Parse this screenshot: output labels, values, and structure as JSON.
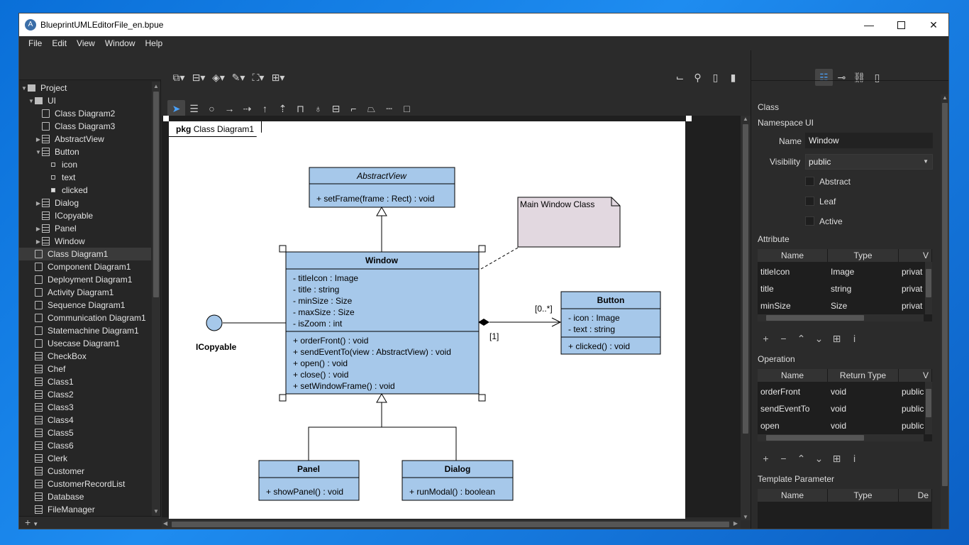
{
  "window": {
    "title": "BlueprintUMLEditorFile_en.bpue",
    "app_icon": "A"
  },
  "menu": [
    "File",
    "Edit",
    "View",
    "Window",
    "Help"
  ],
  "tree": [
    {
      "label": "Project",
      "icon": "folder",
      "depth": 0,
      "arrow": "down"
    },
    {
      "label": "UI",
      "icon": "folder",
      "depth": 1,
      "arrow": "down"
    },
    {
      "label": "Class Diagram2",
      "icon": "doc",
      "depth": 2,
      "arrow": ""
    },
    {
      "label": "Class Diagram3",
      "icon": "doc",
      "depth": 2,
      "arrow": ""
    },
    {
      "label": "AbstractView",
      "icon": "class",
      "depth": 2,
      "arrow": "right"
    },
    {
      "label": "Button",
      "icon": "class",
      "depth": 2,
      "arrow": "down"
    },
    {
      "label": "icon",
      "icon": "attr",
      "depth": 3,
      "arrow": ""
    },
    {
      "label": "text",
      "icon": "attr",
      "depth": 3,
      "arrow": ""
    },
    {
      "label": "clicked",
      "icon": "op",
      "depth": 3,
      "arrow": ""
    },
    {
      "label": "Dialog",
      "icon": "class",
      "depth": 2,
      "arrow": "right"
    },
    {
      "label": "ICopyable",
      "icon": "class",
      "depth": 2,
      "arrow": ""
    },
    {
      "label": "Panel",
      "icon": "class",
      "depth": 2,
      "arrow": "right"
    },
    {
      "label": "Window",
      "icon": "class",
      "depth": 2,
      "arrow": "right"
    },
    {
      "label": "Class Diagram1",
      "icon": "doc",
      "depth": 1,
      "arrow": "",
      "selected": true
    },
    {
      "label": "Component Diagram1",
      "icon": "doc",
      "depth": 1,
      "arrow": ""
    },
    {
      "label": "Deployment Diagram1",
      "icon": "doc",
      "depth": 1,
      "arrow": ""
    },
    {
      "label": "Activity Diagram1",
      "icon": "doc",
      "depth": 1,
      "arrow": ""
    },
    {
      "label": "Sequence Diagram1",
      "icon": "doc",
      "depth": 1,
      "arrow": ""
    },
    {
      "label": "Communication Diagram1",
      "icon": "doc",
      "depth": 1,
      "arrow": ""
    },
    {
      "label": "Statemachine Diagram1",
      "icon": "doc",
      "depth": 1,
      "arrow": ""
    },
    {
      "label": "Usecase Diagram1",
      "icon": "doc",
      "depth": 1,
      "arrow": ""
    },
    {
      "label": "CheckBox",
      "icon": "class",
      "depth": 1,
      "arrow": ""
    },
    {
      "label": "Chef",
      "icon": "class",
      "depth": 1,
      "arrow": ""
    },
    {
      "label": "Class1",
      "icon": "class",
      "depth": 1,
      "arrow": ""
    },
    {
      "label": "Class2",
      "icon": "class",
      "depth": 1,
      "arrow": ""
    },
    {
      "label": "Class3",
      "icon": "class",
      "depth": 1,
      "arrow": ""
    },
    {
      "label": "Class4",
      "icon": "class",
      "depth": 1,
      "arrow": ""
    },
    {
      "label": "Class5",
      "icon": "class",
      "depth": 1,
      "arrow": ""
    },
    {
      "label": "Class6",
      "icon": "class",
      "depth": 1,
      "arrow": ""
    },
    {
      "label": "Clerk",
      "icon": "class",
      "depth": 1,
      "arrow": ""
    },
    {
      "label": "Customer",
      "icon": "class",
      "depth": 1,
      "arrow": ""
    },
    {
      "label": "CustomerRecordList",
      "icon": "class",
      "depth": 1,
      "arrow": ""
    },
    {
      "label": "Database",
      "icon": "class",
      "depth": 1,
      "arrow": ""
    },
    {
      "label": "FileManager",
      "icon": "class",
      "depth": 1,
      "arrow": ""
    }
  ],
  "tree_footer_add": "+",
  "diagram": {
    "pkg_keyword": "pkg",
    "pkg_name": "Class Diagram1",
    "abstract_view": {
      "name": "AbstractView",
      "ops": [
        "+ setFrame(frame : Rect) : void"
      ]
    },
    "window": {
      "name": "Window",
      "attrs": [
        "- titleIcon : Image",
        "- title : string",
        "- minSize : Size",
        "- maxSize : Size",
        "- isZoom : int"
      ],
      "ops": [
        "+ orderFront() : void",
        "+ sendEventTo(view : AbstractView) : void",
        "+ open() : void",
        "+ close() : void",
        "+ setWindowFrame() : void"
      ]
    },
    "button": {
      "name": "Button",
      "attrs": [
        "- icon : Image",
        "- text : string"
      ],
      "ops": [
        "+ clicked() : void"
      ]
    },
    "panel": {
      "name": "Panel",
      "ops": [
        "+ showPanel() : void"
      ]
    },
    "dialog": {
      "name": "Dialog",
      "ops": [
        "+ runModal() : boolean"
      ]
    },
    "note": "Main Window Class",
    "interface_name": "ICopyable",
    "mult_many": "[0..*]",
    "mult_one": "[1]",
    "class_fill": "#a6c8ea"
  },
  "props": {
    "header": "Class",
    "namespace_label": "Namespace",
    "namespace_value": "UI",
    "name_label": "Name",
    "name_value": "Window",
    "visibility_label": "Visibility",
    "visibility_value": "public",
    "abstract_label": "Abstract",
    "leaf_label": "Leaf",
    "active_label": "Active",
    "attribute_label": "Attribute",
    "attr_cols": [
      "Name",
      "Type",
      "V"
    ],
    "attr_rows": [
      [
        "titleIcon",
        "Image",
        "privat"
      ],
      [
        "title",
        "string",
        "privat"
      ],
      [
        "minSize",
        "Size",
        "privat"
      ]
    ],
    "operation_label": "Operation",
    "op_cols": [
      "Name",
      "Return Type",
      "V"
    ],
    "op_rows": [
      [
        "orderFront",
        "void",
        "public"
      ],
      [
        "sendEventTo",
        "void",
        "public"
      ],
      [
        "open",
        "void",
        "public"
      ]
    ],
    "template_label": "Template Parameter",
    "tpl_cols": [
      "Name",
      "Type",
      "De"
    ]
  }
}
